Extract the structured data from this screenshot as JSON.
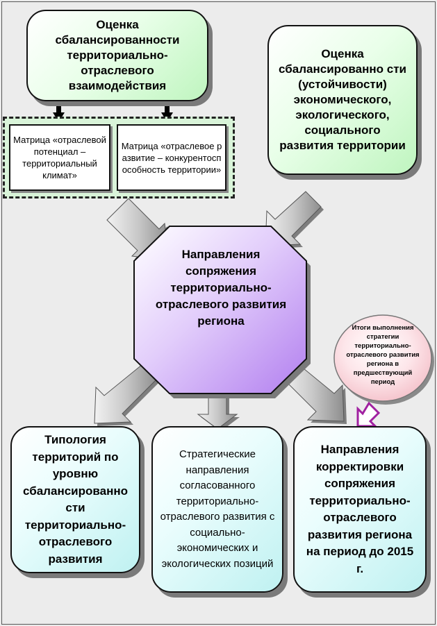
{
  "top_left_box": "Оценка сбалансированности территориально-отраслевого взаимодействия",
  "top_right_box": "Оценка сбалансированно сти (устойчивости) экономического, экологического, социального развития территории",
  "matrix_left": "Матрица «отраслевой потенциал – территориальный климат»",
  "matrix_right": "Матрица «отраслевое развитие – конкурентоспособность территории»",
  "center_octagon": "Направления сопряжения территориально-отраслевого развития региона",
  "results_circle": "Итоги выполнения стратегии территориально-отраслевого развития региона в предшествующий период",
  "bottom_left_box": "Типология территорий по уровню сбалансированно сти территориально-отраслевого развития",
  "bottom_middle_box": "Стратегические направления согласованного территориально-отраслевого развития с социально-экономических и экологических позиций",
  "bottom_right_box": "Направления корректировки сопряжения территориально-отраслевого развития региона на период до 2015 г.",
  "colors": {
    "green_fill": "#bff5bf",
    "cyan_fill": "#bff1f1",
    "octagon_fill": "#c9a3f5",
    "circle_fill": "#f4c9cf",
    "arrow_fill": "#b9b9b9",
    "small_arrow_fill": "#a020a0"
  }
}
